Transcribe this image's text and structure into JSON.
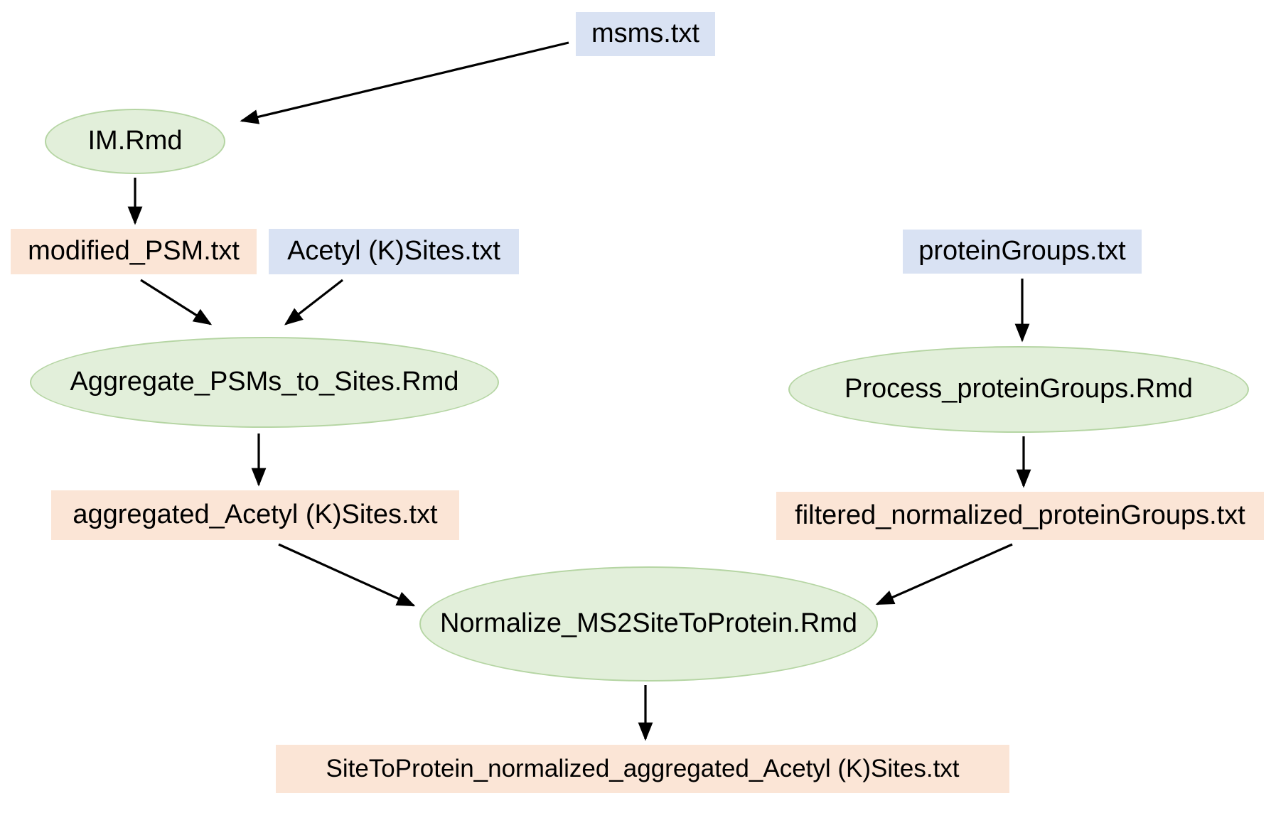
{
  "diagram": {
    "description": "Data processing pipeline flowchart: MaxQuant text files processed by Rmd scripts into normalized acetyl site tables",
    "colors": {
      "input_file_fill": "#d9e2f3",
      "output_file_fill": "#fbe5d6",
      "script_fill": "#e2efda",
      "script_border": "#b5d5a3",
      "arrow": "#000000",
      "text": "#000000"
    },
    "nodes": [
      {
        "id": "msms",
        "label": "msms.txt",
        "type": "input-file",
        "shape": "rect"
      },
      {
        "id": "im",
        "label": "IM.Rmd",
        "type": "script",
        "shape": "ellipse"
      },
      {
        "id": "modified_psm",
        "label": "modified_PSM.txt",
        "type": "output-file",
        "shape": "rect"
      },
      {
        "id": "acetyl_sites",
        "label": "Acetyl (K)Sites.txt",
        "type": "input-file",
        "shape": "rect"
      },
      {
        "id": "aggregate",
        "label": "Aggregate_PSMs_to_Sites.Rmd",
        "type": "script",
        "shape": "ellipse"
      },
      {
        "id": "aggregated_sites",
        "label": "aggregated_Acetyl (K)Sites.txt",
        "type": "output-file",
        "shape": "rect"
      },
      {
        "id": "protein_groups",
        "label": "proteinGroups.txt",
        "type": "input-file",
        "shape": "rect"
      },
      {
        "id": "process_pg",
        "label": "Process_proteinGroups.Rmd",
        "type": "script",
        "shape": "ellipse"
      },
      {
        "id": "filtered_pg",
        "label": "filtered_normalized_proteinGroups.txt",
        "type": "output-file",
        "shape": "rect"
      },
      {
        "id": "normalize",
        "label": "Normalize_MS2SiteToProtein.Rmd",
        "type": "script",
        "shape": "ellipse"
      },
      {
        "id": "site_to_protein",
        "label": "SiteToProtein_normalized_aggregated_Acetyl (K)Sites.txt",
        "type": "output-file",
        "shape": "rect"
      }
    ],
    "edges": [
      {
        "from": "msms",
        "to": "im"
      },
      {
        "from": "im",
        "to": "modified_psm"
      },
      {
        "from": "modified_psm",
        "to": "aggregate"
      },
      {
        "from": "acetyl_sites",
        "to": "aggregate"
      },
      {
        "from": "aggregate",
        "to": "aggregated_sites"
      },
      {
        "from": "aggregated_sites",
        "to": "normalize"
      },
      {
        "from": "protein_groups",
        "to": "process_pg"
      },
      {
        "from": "process_pg",
        "to": "filtered_pg"
      },
      {
        "from": "filtered_pg",
        "to": "normalize"
      },
      {
        "from": "normalize",
        "to": "site_to_protein"
      }
    ]
  }
}
